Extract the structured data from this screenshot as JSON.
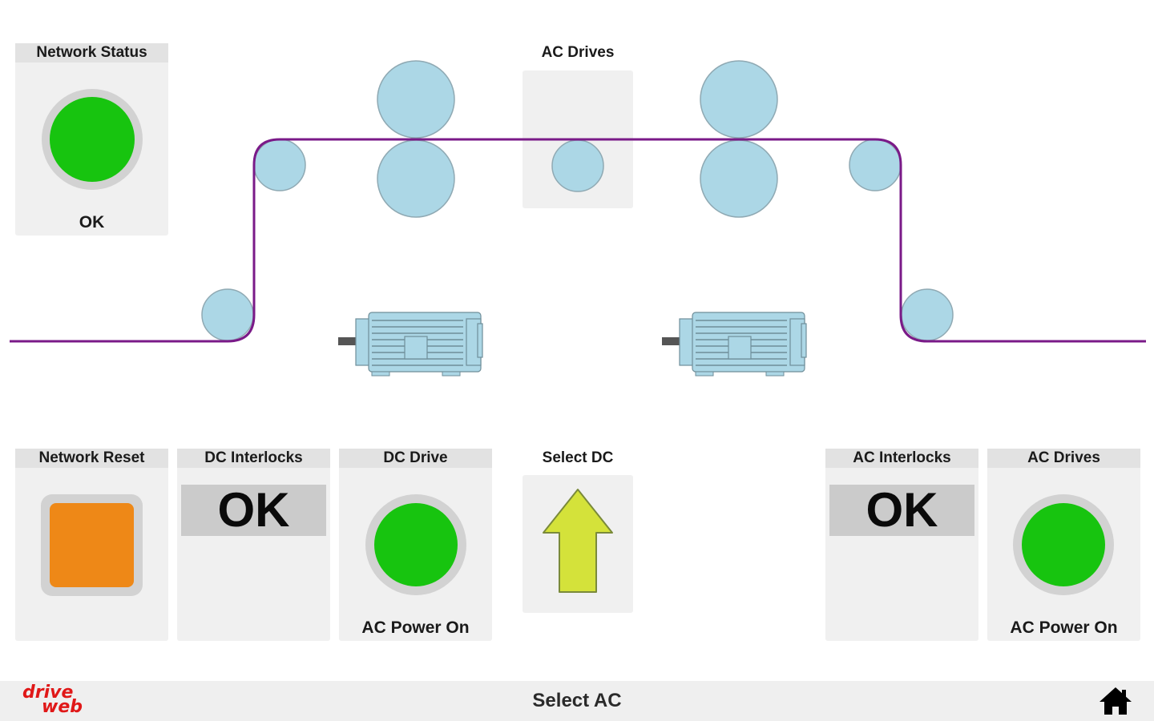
{
  "colors": {
    "roller_fill": "#acd7e6",
    "roller_stroke": "#8fa9b3",
    "web_line": "#7a1a88",
    "motor_fill": "#acd7e6",
    "motor_stroke": "#6f8e99",
    "status_green": "#17c40f",
    "reset_orange": "#ee8817",
    "arrow_fill": "#d4e23a",
    "arrow_stroke": "#7a8a3a",
    "logo_red": "#e01818"
  },
  "network_status": {
    "title": "Network Status",
    "state": "OK",
    "indicator": "green"
  },
  "ac_drives_top": {
    "title": "AC Drives"
  },
  "diagram": {
    "rollers": [
      {
        "name": "entry-roller-left",
        "size": "small"
      },
      {
        "name": "upper-roller-left",
        "size": "small"
      },
      {
        "name": "nip-roller-top-left",
        "size": "large"
      },
      {
        "name": "nip-roller-bottom-left",
        "size": "large"
      },
      {
        "name": "ac-drive-roller",
        "size": "small"
      },
      {
        "name": "nip-roller-top-right",
        "size": "large"
      },
      {
        "name": "nip-roller-bottom-right",
        "size": "large"
      },
      {
        "name": "upper-roller-right",
        "size": "small"
      },
      {
        "name": "exit-roller-right",
        "size": "small"
      }
    ],
    "motors": [
      "dc-motor",
      "ac-motor"
    ]
  },
  "panels": {
    "network_reset": {
      "title": "Network Reset"
    },
    "dc_interlocks": {
      "title": "DC Interlocks",
      "value": "OK"
    },
    "dc_drive": {
      "title": "DC Drive",
      "caption": "AC Power On"
    },
    "select_dc": {
      "title": "Select DC"
    },
    "ac_interlocks": {
      "title": "AC Interlocks",
      "value": "OK"
    },
    "ac_drives": {
      "title": "AC Drives",
      "caption": "AC Power On"
    }
  },
  "footer": {
    "logo_line1": "drive",
    "logo_line2": "web",
    "title": "Select AC",
    "home_icon": "home-icon"
  }
}
